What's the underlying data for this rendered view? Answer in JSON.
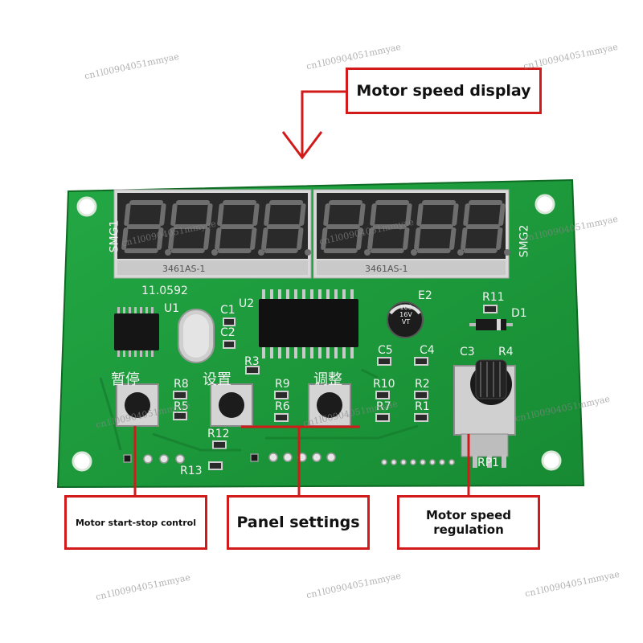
{
  "callouts": {
    "display": "Motor speed display",
    "start_stop": "Motor start-stop control",
    "panel": "Panel settings",
    "regulation_line1": "Motor speed",
    "regulation_line2": "regulation"
  },
  "silkscreen": {
    "smg1": "SMG1",
    "smg2": "SMG2",
    "crystal": "11.0592",
    "u1": "U1",
    "u2": "U2",
    "c1": "C1",
    "c2": "C2",
    "c3": "C3",
    "c4": "C4",
    "c5": "C5",
    "r1": "R1",
    "r2": "R2",
    "r3": "R3",
    "r4": "R4",
    "r5": "R5",
    "r6": "R6",
    "r7": "R7",
    "r8": "R8",
    "r9": "R9",
    "r10": "R10",
    "r11": "R11",
    "r12": "R12",
    "r13": "R13",
    "d1": "D1",
    "e2": "E2",
    "rp1": "RP1",
    "btn_pause": "暂停",
    "btn_set": "设置",
    "btn_adjust": "调整",
    "display_part_left": "3461AS-1",
    "display_part_right": "3461AS-1",
    "cap_label": "100 16V VT"
  },
  "watermark": "cn1l00904051mmyae",
  "colors": {
    "pcb": "#1f9a3a",
    "pcb_dark": "#137a2a",
    "callout_border": "#d21a1a",
    "arrow": "#d21a1a"
  }
}
